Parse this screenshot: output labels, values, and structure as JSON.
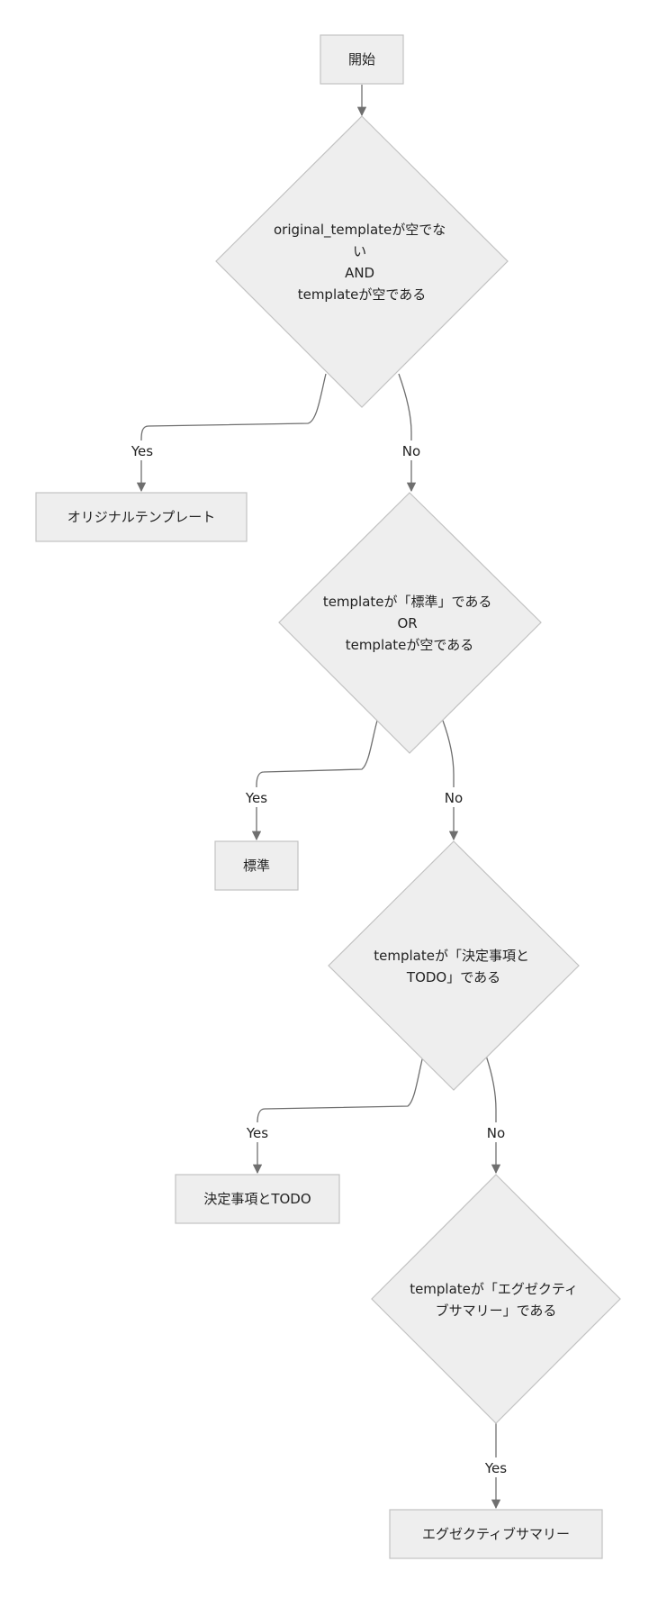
{
  "nodes": {
    "start": {
      "lines": [
        "開始"
      ]
    },
    "decision1": {
      "lines": [
        "original_templateが空でな",
        "い",
        "AND",
        "templateが空である"
      ]
    },
    "original": {
      "lines": [
        "オリジナルテンプレート"
      ]
    },
    "decision2": {
      "lines": [
        "templateが「標準」である",
        "OR",
        "templateが空である"
      ]
    },
    "standard": {
      "lines": [
        "標準"
      ]
    },
    "decision3": {
      "lines": [
        "templateが「決定事項と",
        "TODO」である"
      ]
    },
    "decisions_todo": {
      "lines": [
        "決定事項とTODO"
      ]
    },
    "decision4": {
      "lines": [
        "templateが「エグゼクティ",
        "ブサマリー」である"
      ]
    },
    "executive": {
      "lines": [
        "エグゼクティブサマリー"
      ]
    }
  },
  "edges": {
    "d1_yes": "Yes",
    "d1_no": "No",
    "d2_yes": "Yes",
    "d2_no": "No",
    "d3_yes": "Yes",
    "d3_no": "No",
    "d4_yes": "Yes"
  },
  "colors": {
    "node_fill": "#eeeeee",
    "node_stroke": "#c2c2c2",
    "edge": "#6f6f6f",
    "text": "#222222"
  }
}
